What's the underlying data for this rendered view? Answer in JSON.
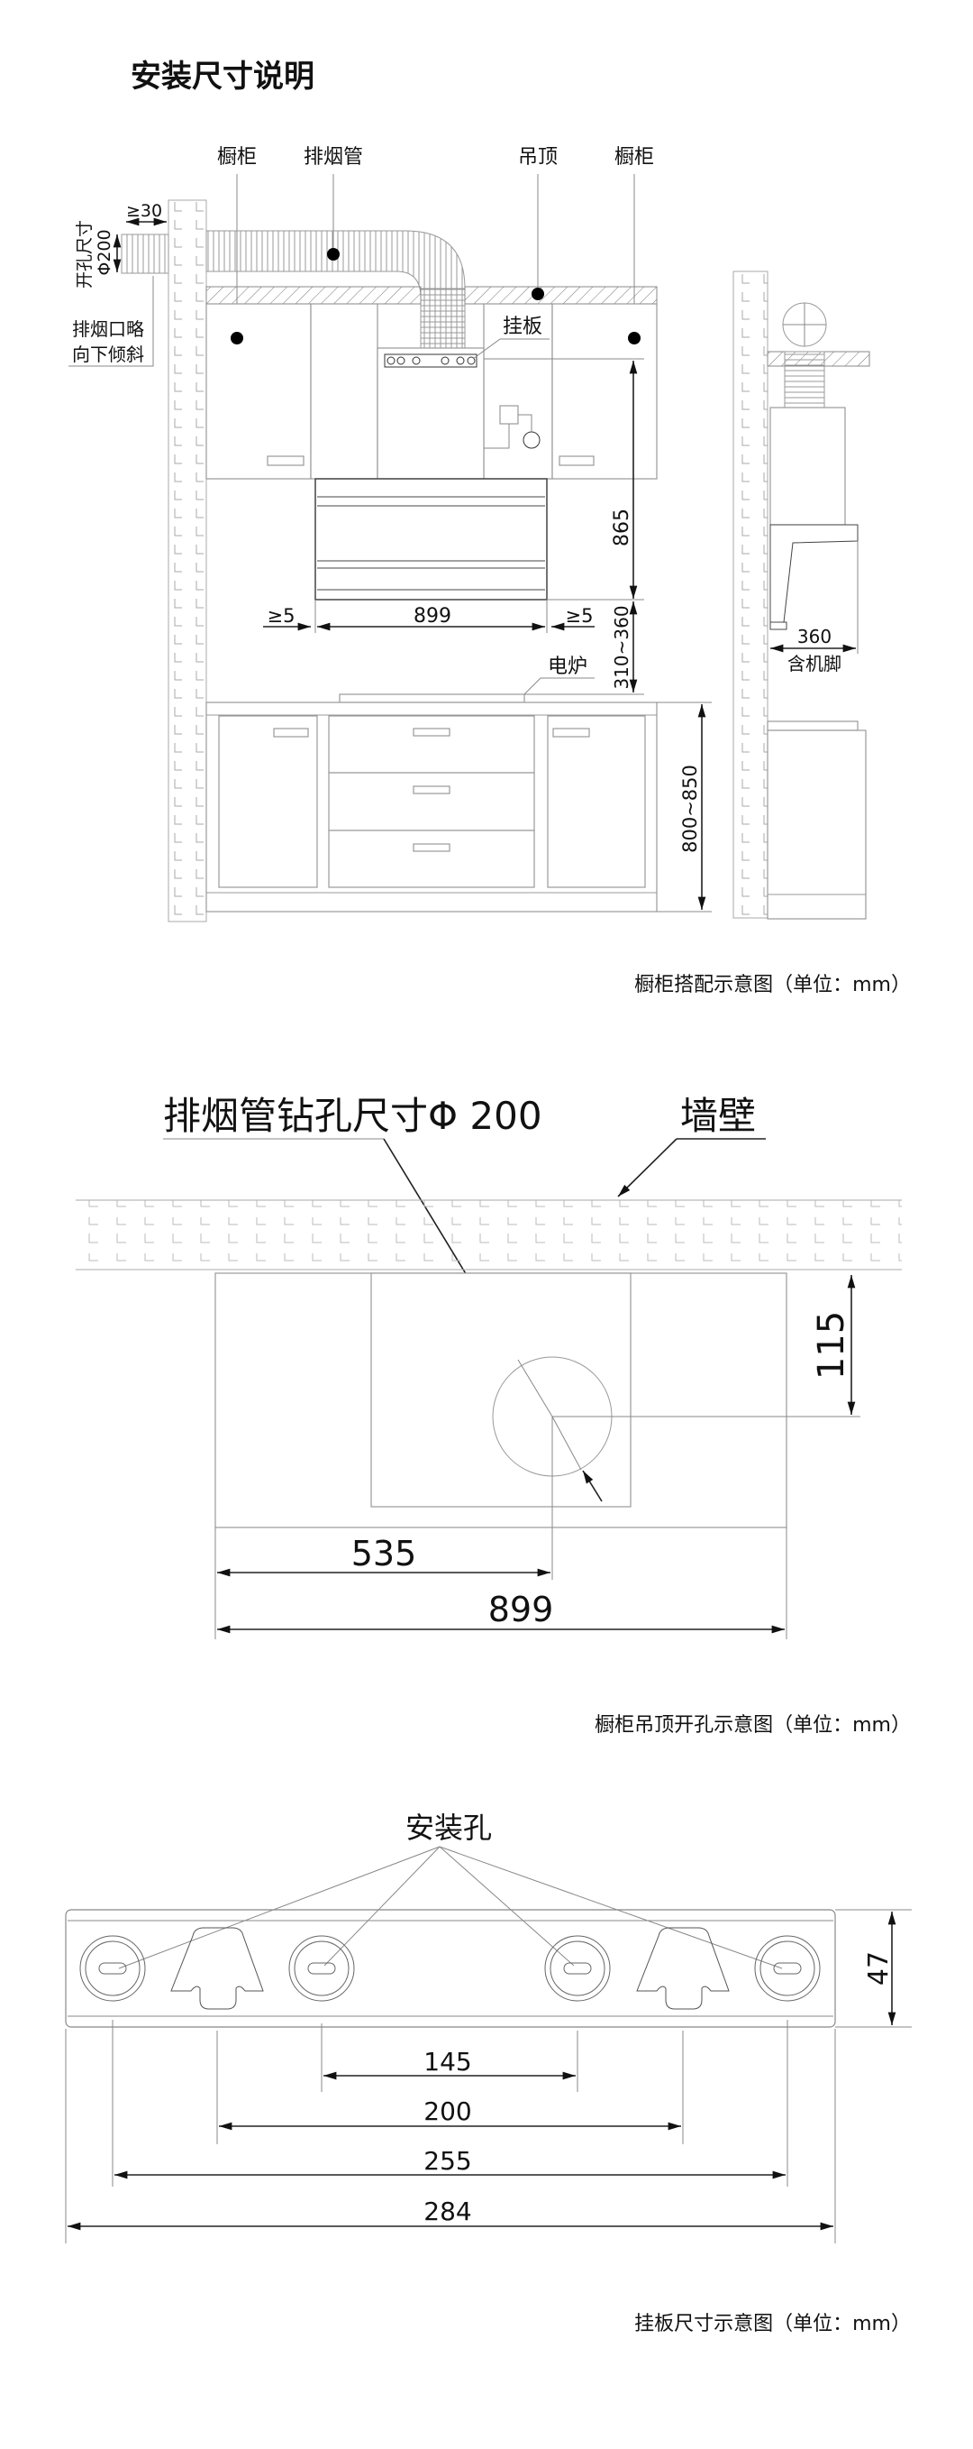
{
  "page_title": "安装尺寸说明",
  "cabinet_diagram": {
    "labels": {
      "cabinet_left": "橱柜",
      "exhaust_pipe": "排烟管",
      "ceiling": "吊顶",
      "cabinet_right": "橱柜",
      "mounting_plate": "挂板",
      "electric_stove": "电炉",
      "hole_size": "开孔尺寸",
      "hole_diameter": "Φ200",
      "outlet_note_line1": "排烟口略",
      "outlet_note_line2": "向下倾斜",
      "with_feet": "含机脚"
    },
    "dimensions": {
      "wall_gap": "≥30",
      "height_865": "865",
      "width_899": "899",
      "gap_left": "≥5",
      "gap_right": "≥5",
      "stove_gap": "310~360",
      "counter_height": "800~850",
      "depth_360": "360"
    },
    "caption": "橱柜搭配示意图（单位：mm）"
  },
  "drilling_diagram": {
    "pipe_hole_label": "排烟管钻孔尺寸Φ 200",
    "wall_label": "墙壁",
    "dimensions": {
      "depth": "115",
      "offset": "535",
      "width": "899"
    },
    "caption": "橱柜吊顶开孔示意图（单位：mm）"
  },
  "plate_diagram": {
    "mount_holes_label": "安装孔",
    "dimensions": {
      "d145": "145",
      "d200": "200",
      "d255": "255",
      "d284": "284",
      "height": "47"
    },
    "caption": "挂板尺寸示意图（单位：mm）"
  }
}
